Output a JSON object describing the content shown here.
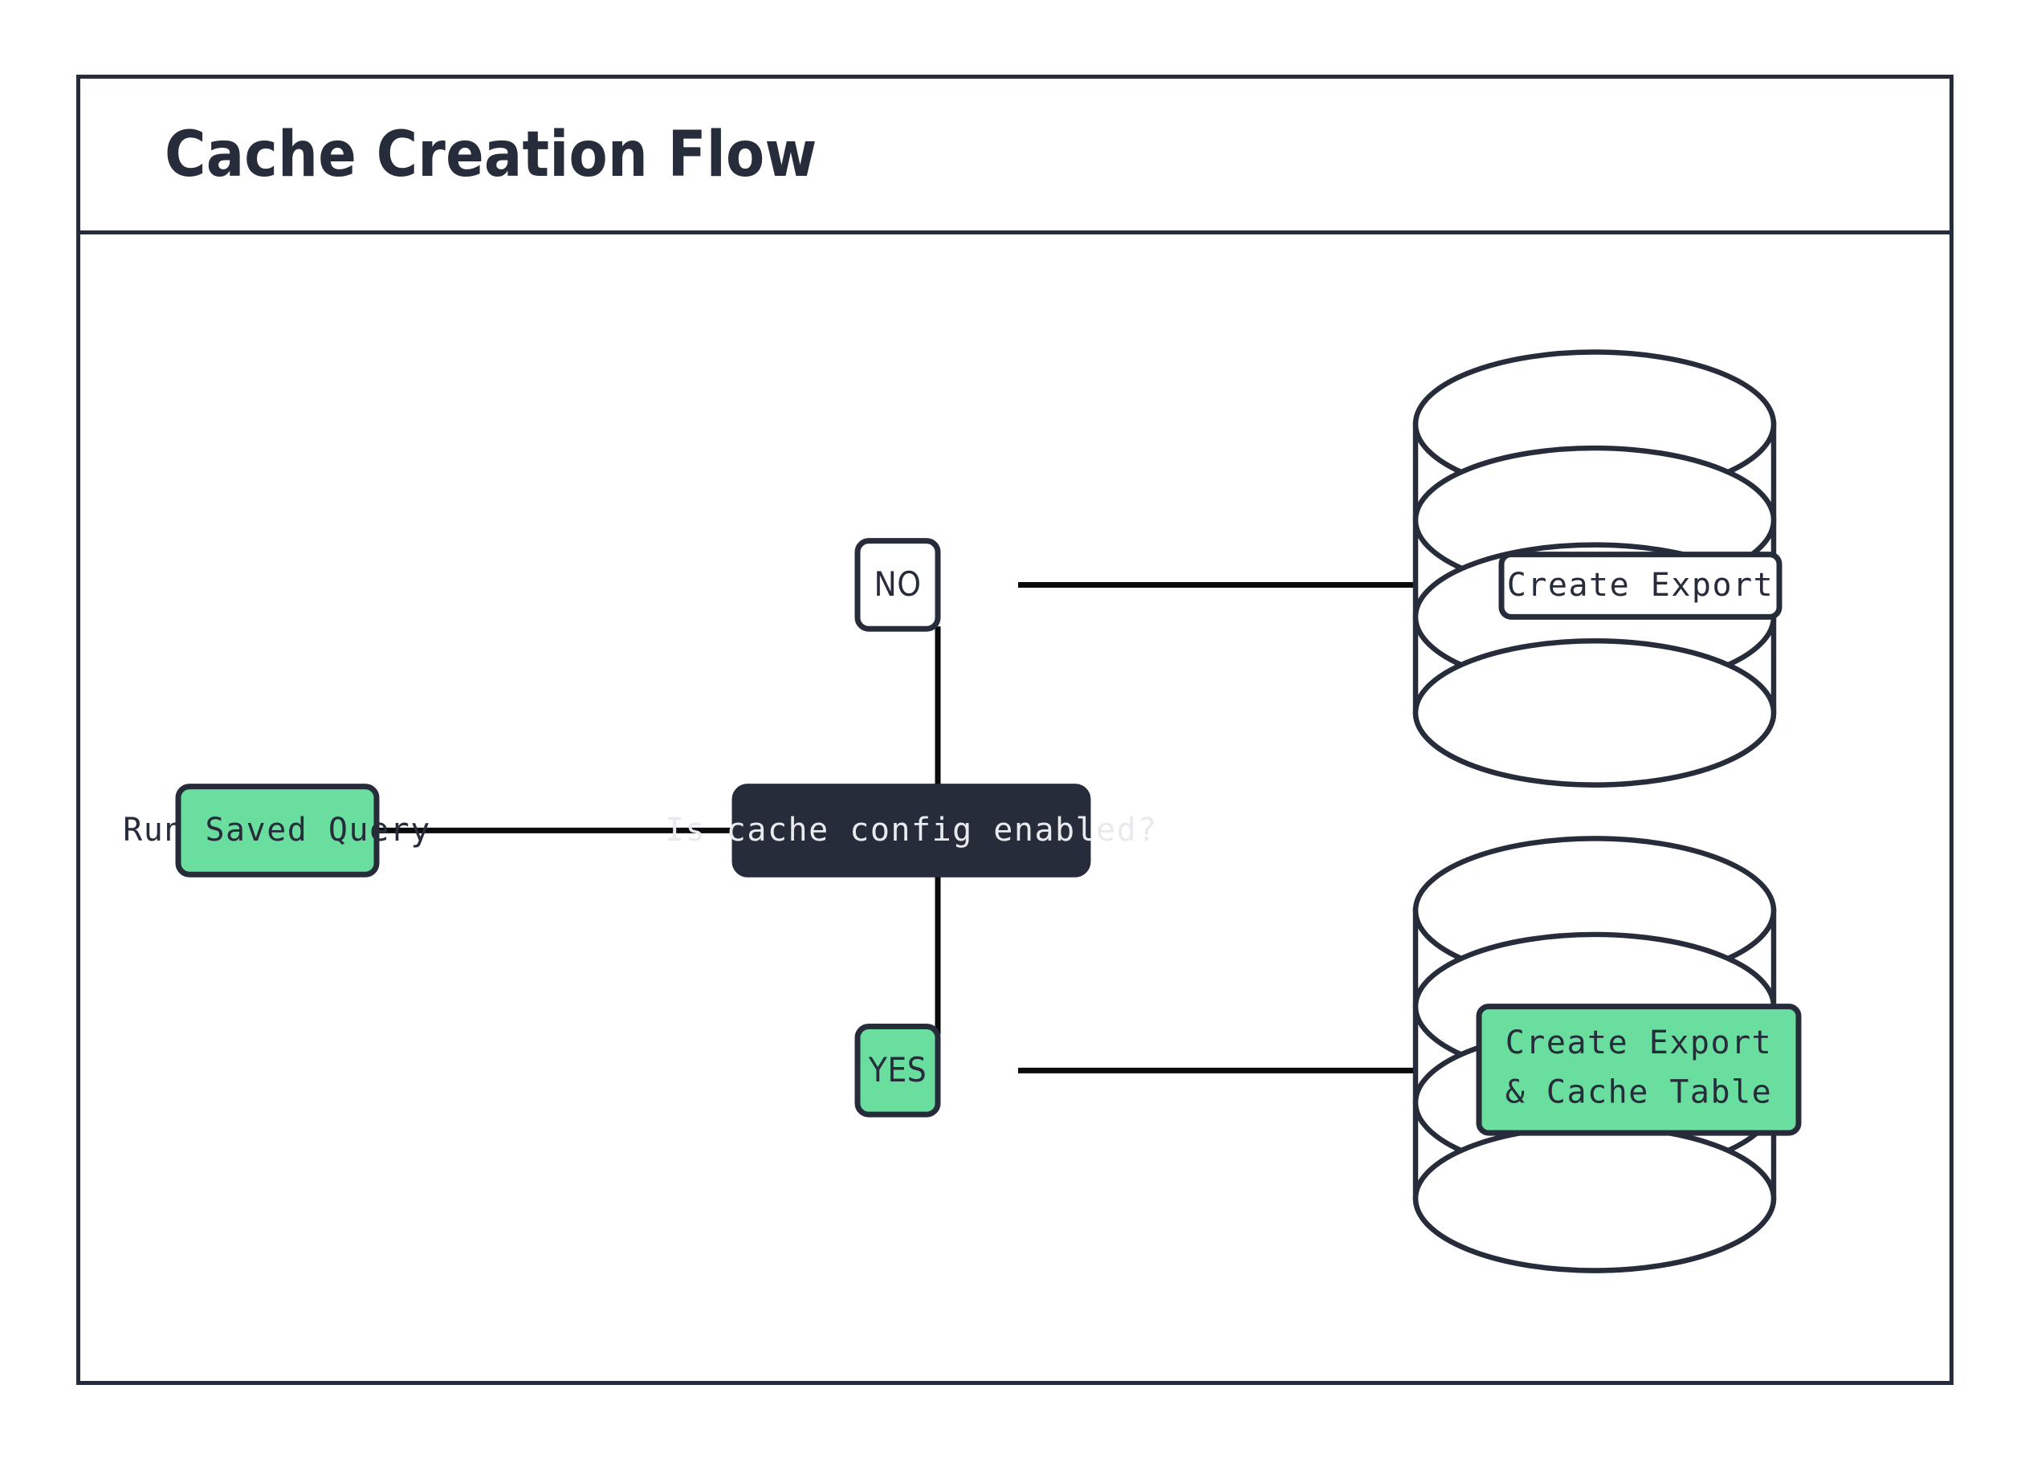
{
  "diagram": {
    "title": "Cache Creation Flow",
    "colors": {
      "accent_green": "#6ade9f",
      "dark_navy": "#272c3b",
      "stroke": "#272c3b",
      "edge": "#0b0b0d",
      "background": "#ffffff",
      "dark_node_text": "#e9eaee"
    },
    "nodes": {
      "start": {
        "label": "Run Saved Query",
        "shape": "rounded-rect",
        "fill": "green"
      },
      "decision": {
        "label": "Is cache config enabled?",
        "shape": "rounded-rect",
        "fill": "dark"
      },
      "branch_no": {
        "label": "NO",
        "shape": "rounded-rect",
        "fill": "white"
      },
      "branch_yes": {
        "label": "YES",
        "shape": "rounded-rect",
        "fill": "green"
      },
      "db_top": {
        "label": "Create Export",
        "shape": "database-cylinder",
        "fill": "white",
        "label_fill": "white"
      },
      "db_bottom": {
        "label_line_1": "Create Export",
        "label_line_2": "& Cache Table",
        "shape": "database-cylinder",
        "fill": "white",
        "label_fill": "green"
      }
    },
    "edges": [
      {
        "from": "start",
        "to": "decision"
      },
      {
        "from": "decision",
        "to": "branch_no"
      },
      {
        "from": "decision",
        "to": "branch_yes"
      },
      {
        "from": "branch_no",
        "to": "db_top"
      },
      {
        "from": "branch_yes",
        "to": "db_bottom"
      }
    ]
  }
}
